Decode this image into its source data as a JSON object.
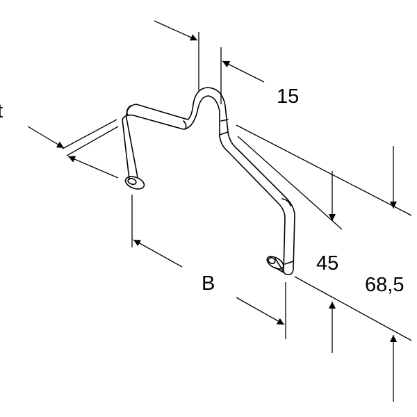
{
  "drawing": {
    "line_color": "#000000",
    "background": "#ffffff"
  },
  "dimensions": {
    "gap_width": "15",
    "thickness": "t",
    "inner_height": "45",
    "outer_height": "68,5",
    "width": "B"
  }
}
